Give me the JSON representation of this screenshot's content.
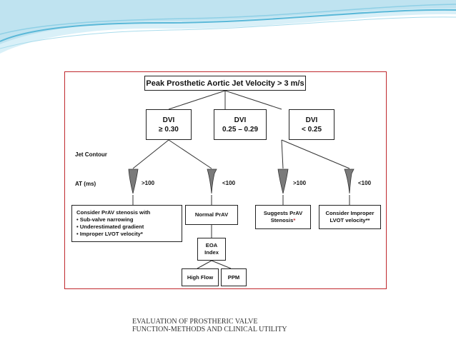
{
  "slide": {
    "footer_line1": "EVALUATION OF PROSTHERIC VALVE",
    "footer_line2": "FUNCTION-METHODS AND CLINICAL UTILITY"
  },
  "diagram": {
    "title": "Peak Prosthetic Aortic Jet Velocity > 3 m/s",
    "dvi_boxes": [
      {
        "line1": "DVI",
        "line2": "≥ 0.30"
      },
      {
        "line1": "DVI",
        "line2": "0.25 – 0.29"
      },
      {
        "line1": "DVI",
        "line2": "< 0.25"
      }
    ],
    "row_labels": {
      "jet_contour": "Jet Contour",
      "at": "AT (ms)"
    },
    "at_values": [
      ">100",
      "<100",
      ">100",
      "<100"
    ],
    "outcome1": {
      "heading": "Consider PrAV stenosis with",
      "bullets": [
        "• Sub-valve narrowing",
        "• Underestimated gradient",
        "• Improper LVOT velocity*"
      ]
    },
    "outcome2": "Normal PrAV",
    "outcome3": {
      "line1": "Suggests PrAV",
      "line2": "Stenosis",
      "mark": "*"
    },
    "outcome4": {
      "line1": "Consider Improper",
      "line2": "LVOT velocity**"
    },
    "eoa": {
      "line1": "EOA",
      "line2": "Index"
    },
    "final": [
      "High Flow",
      "PPM"
    ],
    "colors": {
      "frame": "#c0282d",
      "jet_fill": "#7a7a7a",
      "wave_light": "#bfe3f0",
      "wave_dark": "#5ab8d8"
    },
    "icons": [
      "jet-contour-icon"
    ]
  }
}
